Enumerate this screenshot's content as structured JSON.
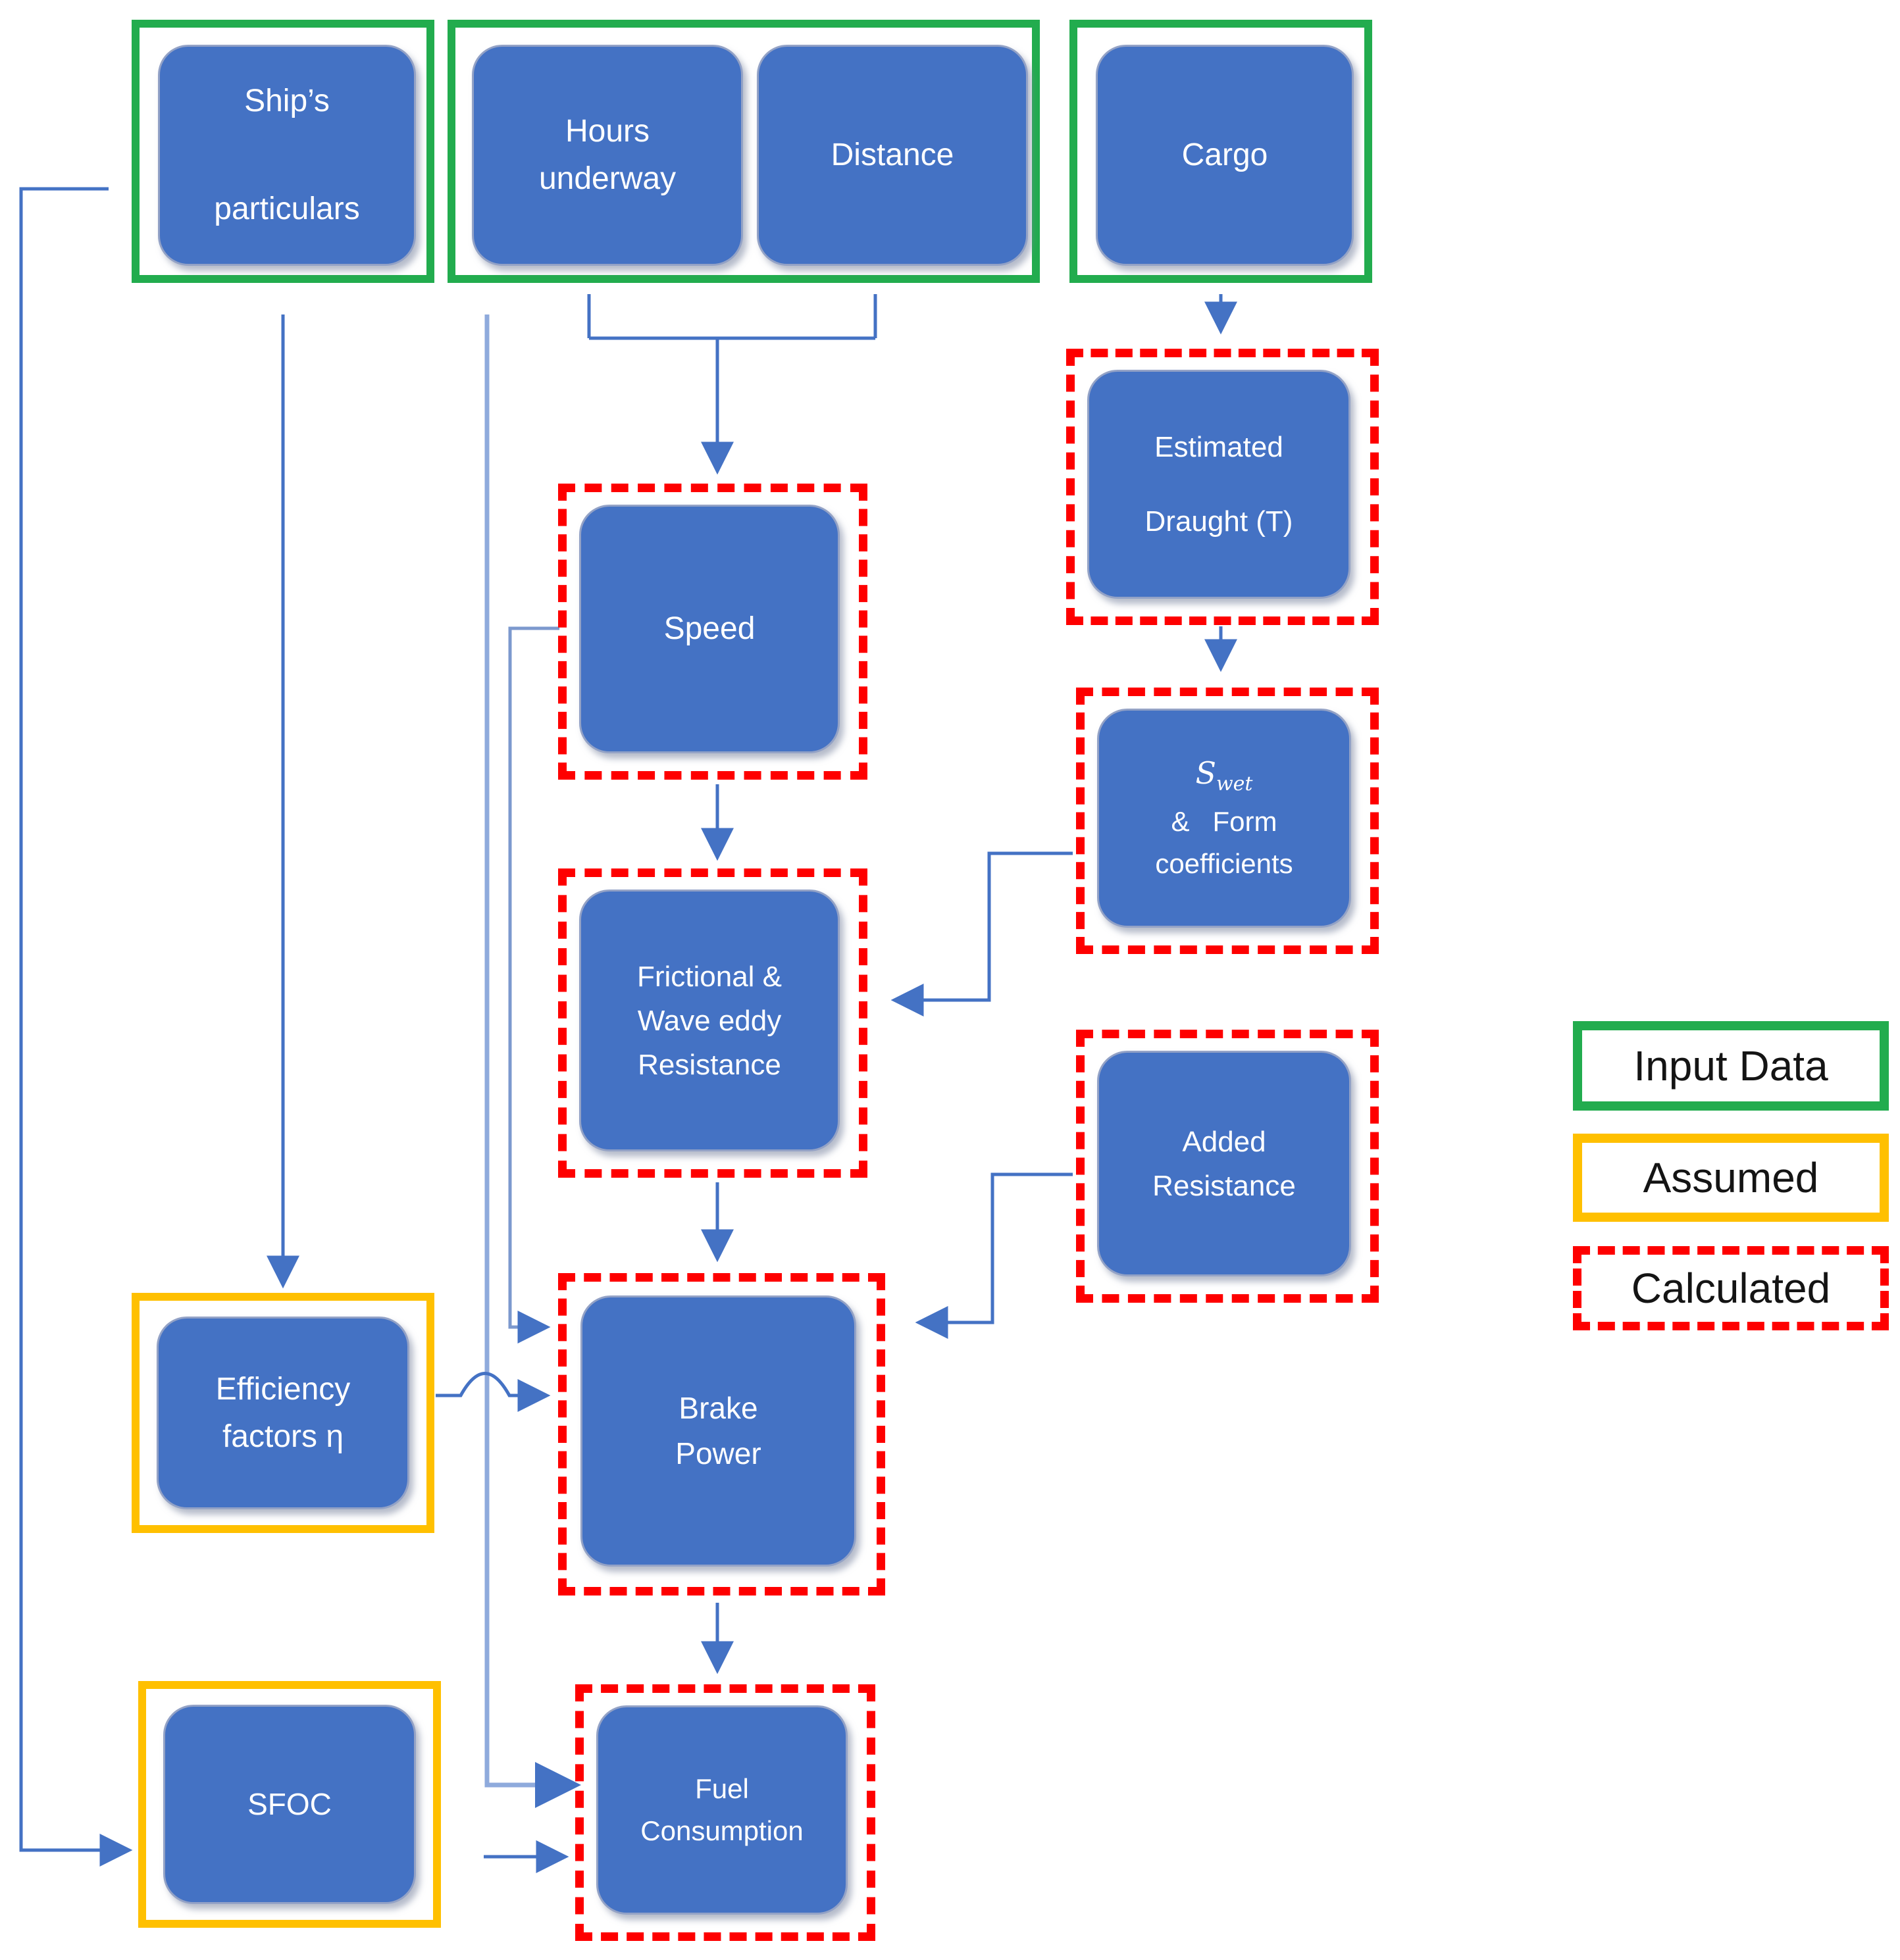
{
  "nodes": {
    "ships_particulars": {
      "line1": "Ship’s",
      "line2": "particulars"
    },
    "hours_underway": {
      "line1": "Hours",
      "line2": "underway"
    },
    "distance": {
      "label": "Distance"
    },
    "cargo": {
      "label": "Cargo"
    },
    "estimated_draught": {
      "line1": "Estimated",
      "line2": "Draught (T)"
    },
    "swet_form": {
      "symbol": "S",
      "subscript": "wet",
      "line2": "&   Form",
      "line3": "coefficients"
    },
    "speed": {
      "label": "Speed"
    },
    "frictional": {
      "line1": "Frictional &",
      "line2": "Wave eddy",
      "line3": "Resistance"
    },
    "added_resistance": {
      "line1": "Added",
      "line2": "Resistance"
    },
    "brake_power": {
      "line1": "Brake",
      "line2": "Power"
    },
    "efficiency": {
      "line1": "Efficiency",
      "line2": "factors η"
    },
    "sfoc": {
      "label": "SFOC"
    },
    "fuel_consumption": {
      "line1": "Fuel",
      "line2": "Consumption"
    }
  },
  "legend": {
    "input": "Input Data",
    "assumed": "Assumed",
    "calculated": "Calculated"
  },
  "colors": {
    "box_fill": "#4472C4",
    "input_border": "#22AC4E",
    "assumed_border": "#FFC000",
    "calculated_border": "#FE0000",
    "connector": "#4472C4",
    "connector_light": "#8FAADC",
    "node_text": "#FFFFFF",
    "legend_text": "#141414"
  }
}
